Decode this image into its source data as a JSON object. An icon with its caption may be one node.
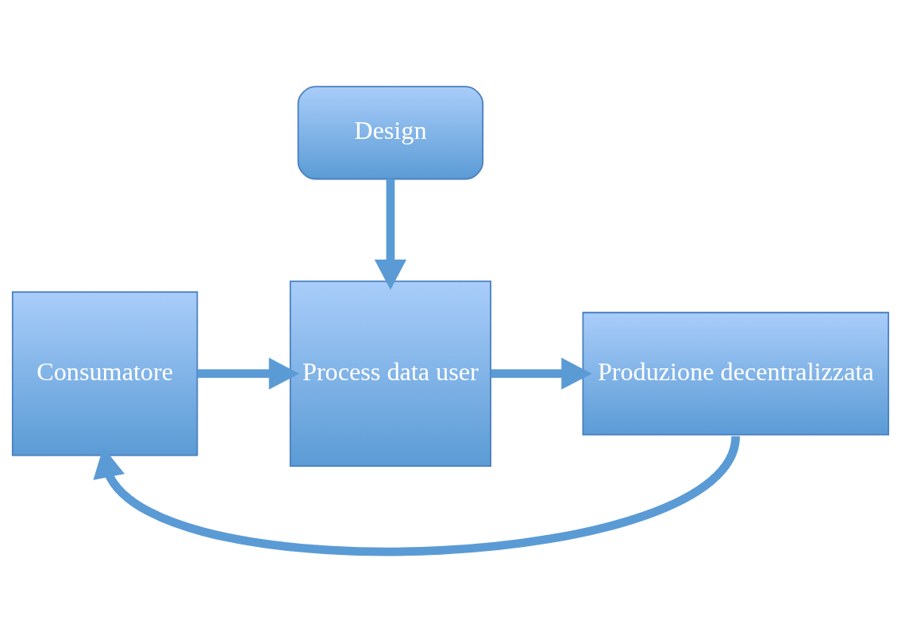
{
  "diagram": {
    "nodes": [
      {
        "text": [
          "Design"
        ]
      },
      {
        "text": [
          "Consumatore"
        ]
      },
      {
        "text": [
          "Process data user"
        ]
      },
      {
        "text": [
          "Produzione decentralizzata"
        ]
      }
    ],
    "edges": [
      {
        "from": 0,
        "to": 2,
        "arrow": "to"
      },
      {
        "from": 1,
        "to": 2,
        "arrow": "to"
      },
      {
        "from": 2,
        "to": 3,
        "arrow": "to"
      },
      {
        "from": 3,
        "to": 1,
        "arrow": "to"
      }
    ]
  }
}
